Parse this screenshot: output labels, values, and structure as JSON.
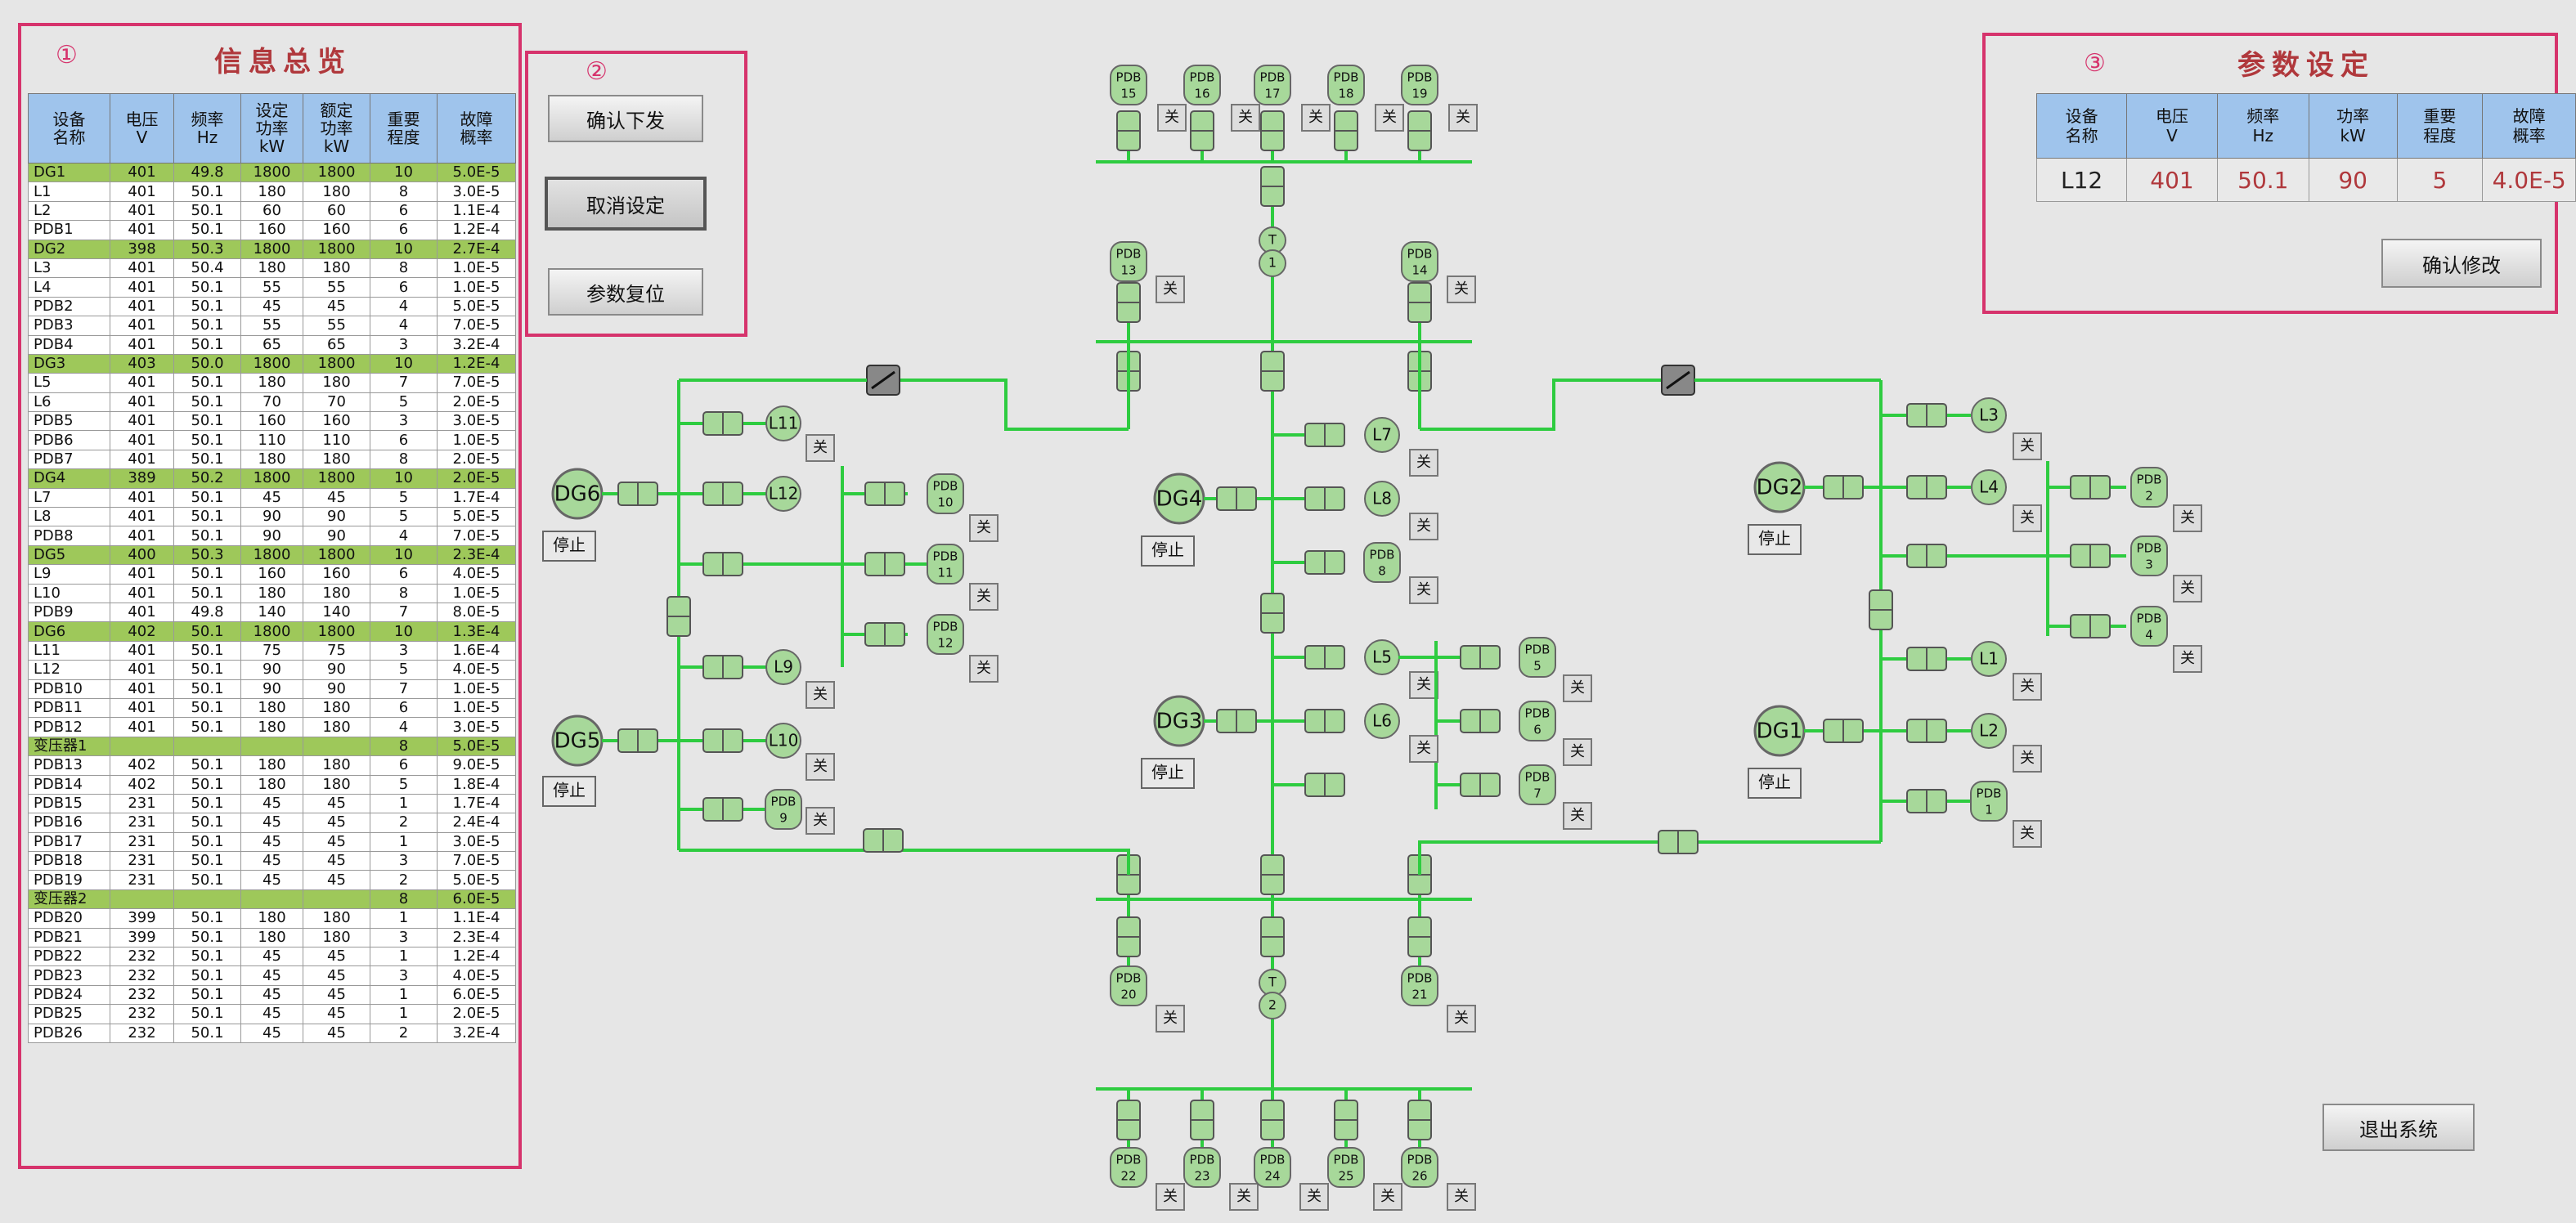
{
  "panel1": {
    "num": "①",
    "title": "信息总览"
  },
  "panel2": {
    "num": "②"
  },
  "panel3": {
    "num": "③",
    "title": "参数设定"
  },
  "info_headers": [
    "设备名称",
    "电压V",
    "频率Hz",
    "设定功率kW",
    "额定功率kW",
    "重要程度",
    "故障概率"
  ],
  "info_rows": [
    [
      "DG1",
      "401",
      "49.8",
      "1800",
      "1800",
      "10",
      "5.0E-5"
    ],
    [
      "L1",
      "401",
      "50.1",
      "180",
      "180",
      "8",
      "3.0E-5"
    ],
    [
      "L2",
      "401",
      "50.1",
      "60",
      "60",
      "6",
      "1.1E-4"
    ],
    [
      "PDB1",
      "401",
      "50.1",
      "160",
      "160",
      "6",
      "1.2E-4"
    ],
    [
      "DG2",
      "398",
      "50.3",
      "1800",
      "1800",
      "10",
      "2.7E-4"
    ],
    [
      "L3",
      "401",
      "50.4",
      "180",
      "180",
      "8",
      "1.0E-5"
    ],
    [
      "L4",
      "401",
      "50.1",
      "55",
      "55",
      "6",
      "1.0E-5"
    ],
    [
      "PDB2",
      "401",
      "50.1",
      "45",
      "45",
      "4",
      "5.0E-5"
    ],
    [
      "PDB3",
      "401",
      "50.1",
      "55",
      "55",
      "4",
      "7.0E-5"
    ],
    [
      "PDB4",
      "401",
      "50.1",
      "65",
      "65",
      "3",
      "3.2E-4"
    ],
    [
      "DG3",
      "403",
      "50.0",
      "1800",
      "1800",
      "10",
      "1.2E-4"
    ],
    [
      "L5",
      "401",
      "50.1",
      "180",
      "180",
      "7",
      "7.0E-5"
    ],
    [
      "L6",
      "401",
      "50.1",
      "70",
      "70",
      "5",
      "2.0E-5"
    ],
    [
      "PDB5",
      "401",
      "50.1",
      "160",
      "160",
      "3",
      "3.0E-5"
    ],
    [
      "PDB6",
      "401",
      "50.1",
      "110",
      "110",
      "6",
      "1.0E-5"
    ],
    [
      "PDB7",
      "401",
      "50.1",
      "180",
      "180",
      "8",
      "2.0E-5"
    ],
    [
      "DG4",
      "389",
      "50.2",
      "1800",
      "1800",
      "10",
      "2.0E-5"
    ],
    [
      "L7",
      "401",
      "50.1",
      "45",
      "45",
      "5",
      "1.7E-4"
    ],
    [
      "L8",
      "401",
      "50.1",
      "90",
      "90",
      "5",
      "5.0E-5"
    ],
    [
      "PDB8",
      "401",
      "50.1",
      "90",
      "90",
      "4",
      "7.0E-5"
    ],
    [
      "DG5",
      "400",
      "50.3",
      "1800",
      "1800",
      "10",
      "2.3E-4"
    ],
    [
      "L9",
      "401",
      "50.1",
      "160",
      "160",
      "6",
      "4.0E-5"
    ],
    [
      "L10",
      "401",
      "50.1",
      "180",
      "180",
      "8",
      "1.0E-5"
    ],
    [
      "PDB9",
      "401",
      "49.8",
      "140",
      "140",
      "7",
      "8.0E-5"
    ],
    [
      "DG6",
      "402",
      "50.1",
      "1800",
      "1800",
      "10",
      "1.3E-4"
    ],
    [
      "L11",
      "401",
      "50.1",
      "75",
      "75",
      "3",
      "1.6E-4"
    ],
    [
      "L12",
      "401",
      "50.1",
      "90",
      "90",
      "5",
      "4.0E-5"
    ],
    [
      "PDB10",
      "401",
      "50.1",
      "90",
      "90",
      "7",
      "1.0E-5"
    ],
    [
      "PDB11",
      "401",
      "50.1",
      "180",
      "180",
      "6",
      "1.0E-5"
    ],
    [
      "PDB12",
      "401",
      "50.1",
      "180",
      "180",
      "4",
      "3.0E-5"
    ],
    [
      "变压器1",
      "",
      "",
      "",
      "",
      "8",
      "5.0E-5"
    ],
    [
      "PDB13",
      "402",
      "50.1",
      "180",
      "180",
      "6",
      "9.0E-5"
    ],
    [
      "PDB14",
      "402",
      "50.1",
      "180",
      "180",
      "5",
      "1.8E-4"
    ],
    [
      "PDB15",
      "231",
      "50.1",
      "45",
      "45",
      "1",
      "1.7E-4"
    ],
    [
      "PDB16",
      "231",
      "50.1",
      "45",
      "45",
      "2",
      "2.4E-4"
    ],
    [
      "PDB17",
      "231",
      "50.1",
      "45",
      "45",
      "1",
      "3.0E-5"
    ],
    [
      "PDB18",
      "231",
      "50.1",
      "45",
      "45",
      "3",
      "7.0E-5"
    ],
    [
      "PDB19",
      "231",
      "50.1",
      "45",
      "45",
      "2",
      "5.0E-5"
    ],
    [
      "变压器2",
      "",
      "",
      "",
      "",
      "8",
      "6.0E-5"
    ],
    [
      "PDB20",
      "399",
      "50.1",
      "180",
      "180",
      "1",
      "1.1E-4"
    ],
    [
      "PDB21",
      "399",
      "50.1",
      "180",
      "180",
      "3",
      "2.3E-4"
    ],
    [
      "PDB22",
      "232",
      "50.1",
      "45",
      "45",
      "1",
      "1.2E-4"
    ],
    [
      "PDB23",
      "232",
      "50.1",
      "45",
      "45",
      "3",
      "4.0E-5"
    ],
    [
      "PDB24",
      "232",
      "50.1",
      "45",
      "45",
      "1",
      "6.0E-5"
    ],
    [
      "PDB25",
      "232",
      "50.1",
      "45",
      "45",
      "1",
      "2.0E-5"
    ],
    [
      "PDB26",
      "232",
      "50.1",
      "45",
      "45",
      "2",
      "3.2E-4"
    ]
  ],
  "highlight_rows": [
    "DG1",
    "DG2",
    "DG3",
    "DG4",
    "DG5",
    "DG6",
    "变压器1",
    "变压器2"
  ],
  "buttons": {
    "confirm_send": "确认下发",
    "cancel_set": "取消设定",
    "param_reset": "参数复位",
    "confirm_modify": "确认修改",
    "exit": "退出系统"
  },
  "param_headers": [
    "设备名称",
    "电压V",
    "频率Hz",
    "功率kW",
    "重要程度",
    "故障概率"
  ],
  "param_values": [
    "L12",
    "401",
    "50.1",
    "90",
    "5",
    "4.0E-5"
  ],
  "diagram": {
    "off_label": "关",
    "stop_label": "停止",
    "transformer_label": "T",
    "generators": [
      "DG1",
      "DG2",
      "DG3",
      "DG4",
      "DG5",
      "DG6"
    ],
    "loads": [
      "L1",
      "L2",
      "L3",
      "L4",
      "L5",
      "L6",
      "L7",
      "L8",
      "L9",
      "L10",
      "L11",
      "L12"
    ],
    "pdbs": [
      "1",
      "2",
      "3",
      "4",
      "5",
      "6",
      "7",
      "8",
      "9",
      "10",
      "11",
      "12",
      "13",
      "14",
      "15",
      "16",
      "17",
      "18",
      "19",
      "20",
      "21",
      "22",
      "23",
      "24",
      "25",
      "26"
    ],
    "pdb_prefix": "PDB",
    "transformers": [
      "1",
      "2"
    ]
  },
  "colors": {
    "accent_frame": "#d6336c",
    "title_red": "#b0383c",
    "highlight_row": "#9ec85a",
    "header_blue": "#9fc4ec",
    "bus_green": "#2ecc40",
    "node_fill": "#a7d89a"
  }
}
